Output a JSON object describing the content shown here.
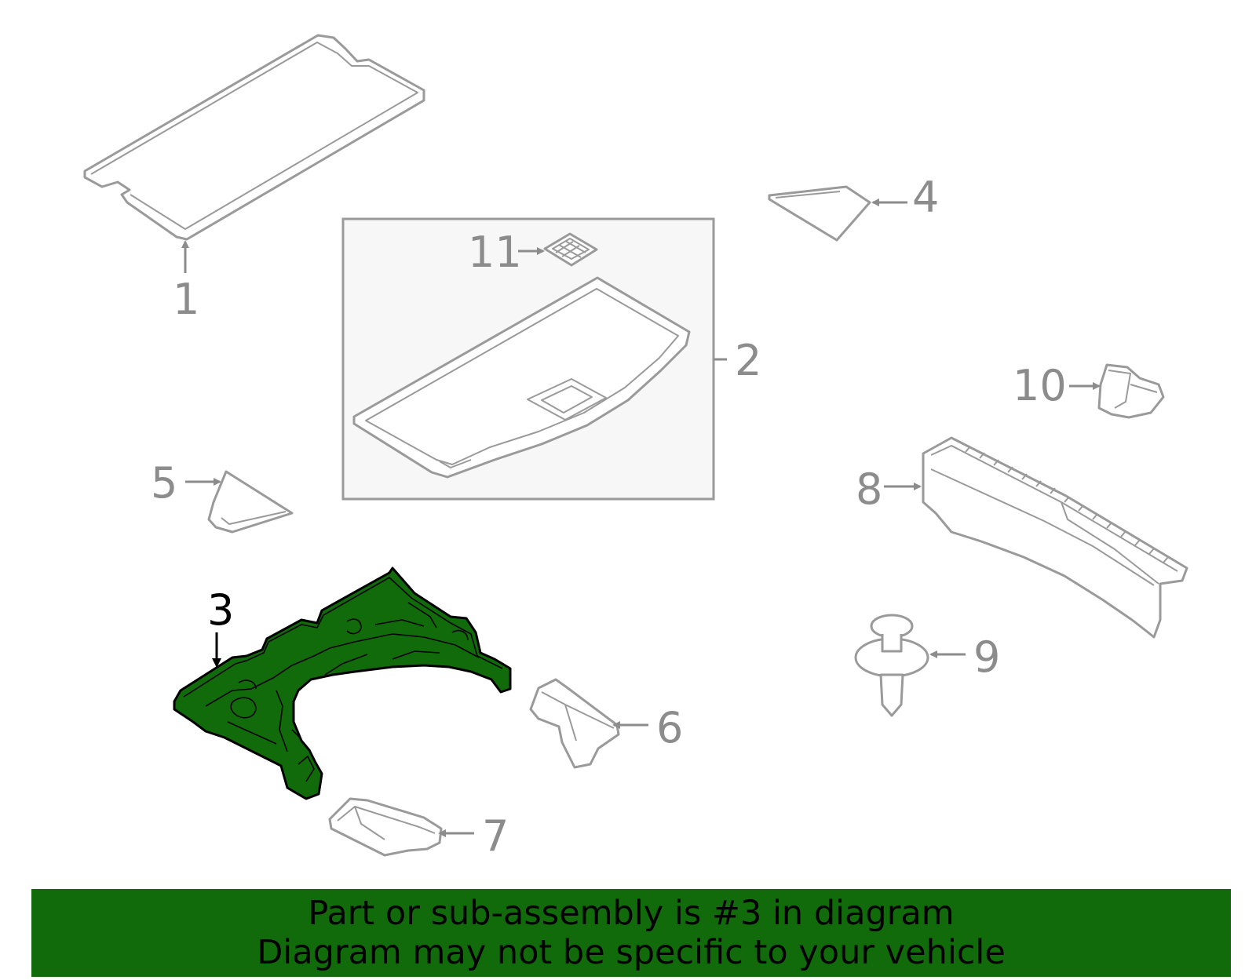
{
  "callouts": {
    "c1": "1",
    "c2": "2",
    "c3": "3",
    "c4": "4",
    "c5": "5",
    "c6": "6",
    "c7": "7",
    "c8": "8",
    "c9": "9",
    "c10": "10",
    "c11": "11"
  },
  "highlight": {
    "part": "3",
    "color": "#116b0b"
  },
  "banner": {
    "line1": "Part or sub-assembly is #3 in diagram",
    "line2": "Diagram may not be specific to your vehicle"
  }
}
